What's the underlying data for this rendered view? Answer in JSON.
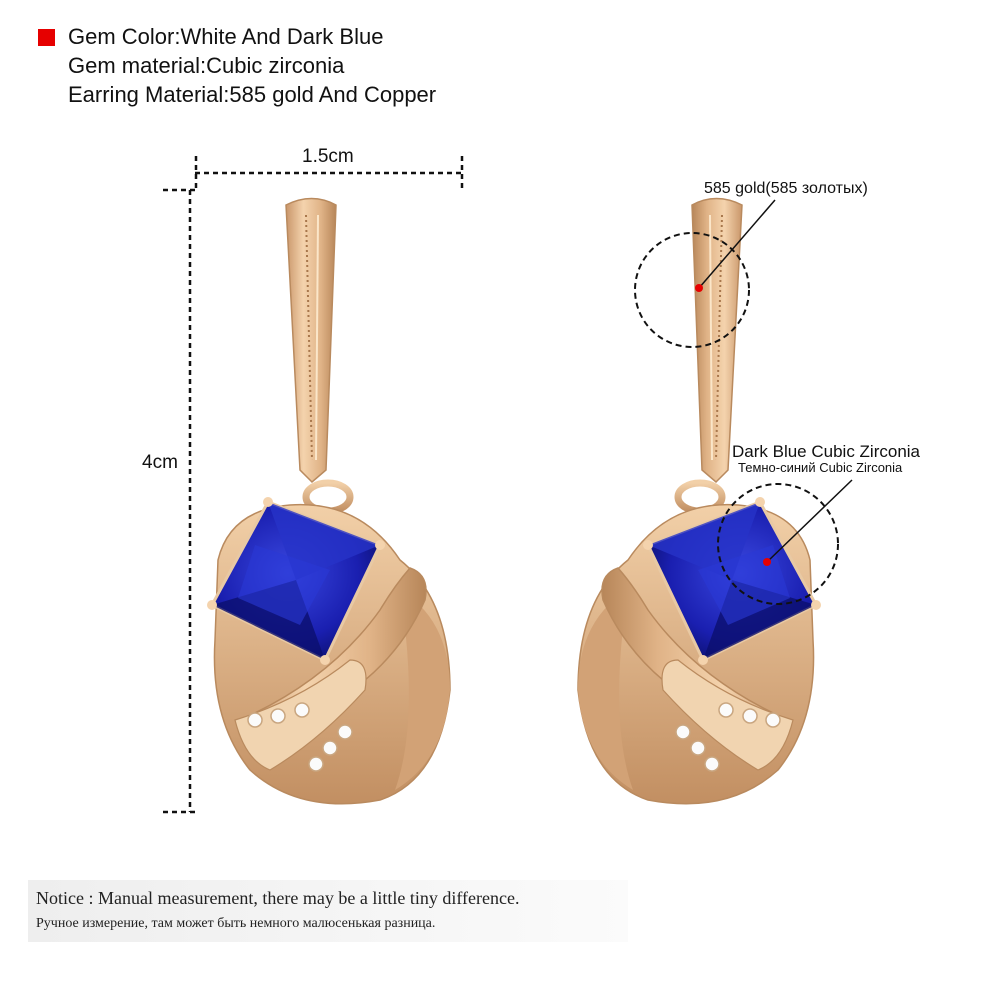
{
  "specs": {
    "bullet_color": "#e60000",
    "lines": [
      "Gem Color:White And Dark Blue",
      "Gem material:Cubic zirconia",
      "Earring Material:585 gold And Copper"
    ]
  },
  "dimensions": {
    "width_label": "1.5cm",
    "height_label": "4cm"
  },
  "callouts": {
    "gold_label": "585 gold(585 золотых)",
    "stone_label_en": "Dark Blue Cubic Zirconia",
    "stone_label_ru": "Темно-синий Cubic Zirconia"
  },
  "notice": {
    "english": "Notice : Manual measurement, there may be a little tiny difference.",
    "russian": "Ручное измерение, там может быть немного малюсенькая разница."
  },
  "colors": {
    "gold": "#e3b98c",
    "gold_dark": "#b98a5e",
    "gem_blue": "#1a1fb0",
    "gem_deep": "#0b0f6e",
    "marker_red": "#e60000"
  }
}
